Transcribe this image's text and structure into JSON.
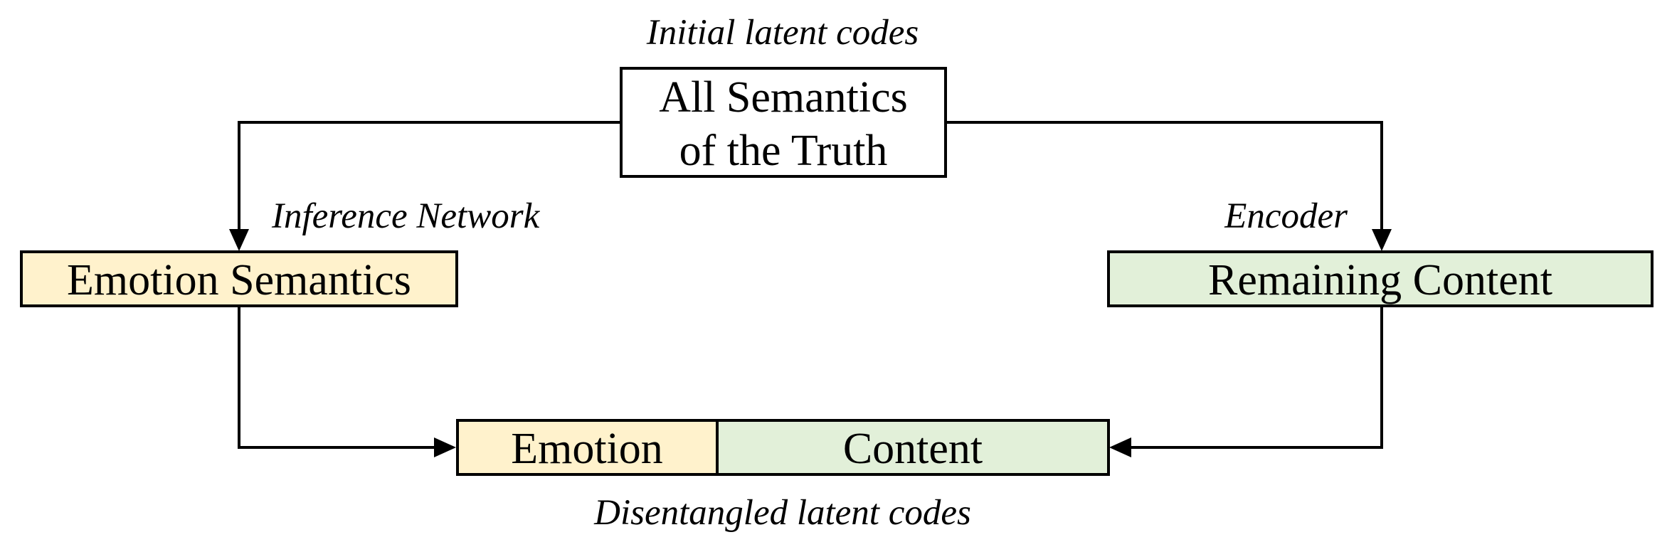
{
  "colors": {
    "emotion": "#FFF2CC",
    "content": "#E2F0D9",
    "neutral": "#FFFFFF",
    "line": "#000000"
  },
  "top_label": "Initial latent codes",
  "source_box": {
    "line1": "All Semantics",
    "line2": "of the Truth"
  },
  "left_edge_label": "Inference Network",
  "right_edge_label": "Encoder",
  "emotion_box": "Emotion Semantics",
  "content_box": "Remaining Content",
  "combined": {
    "emotion": "Emotion",
    "content": "Content"
  },
  "bottom_label": "Disentangled latent codes"
}
